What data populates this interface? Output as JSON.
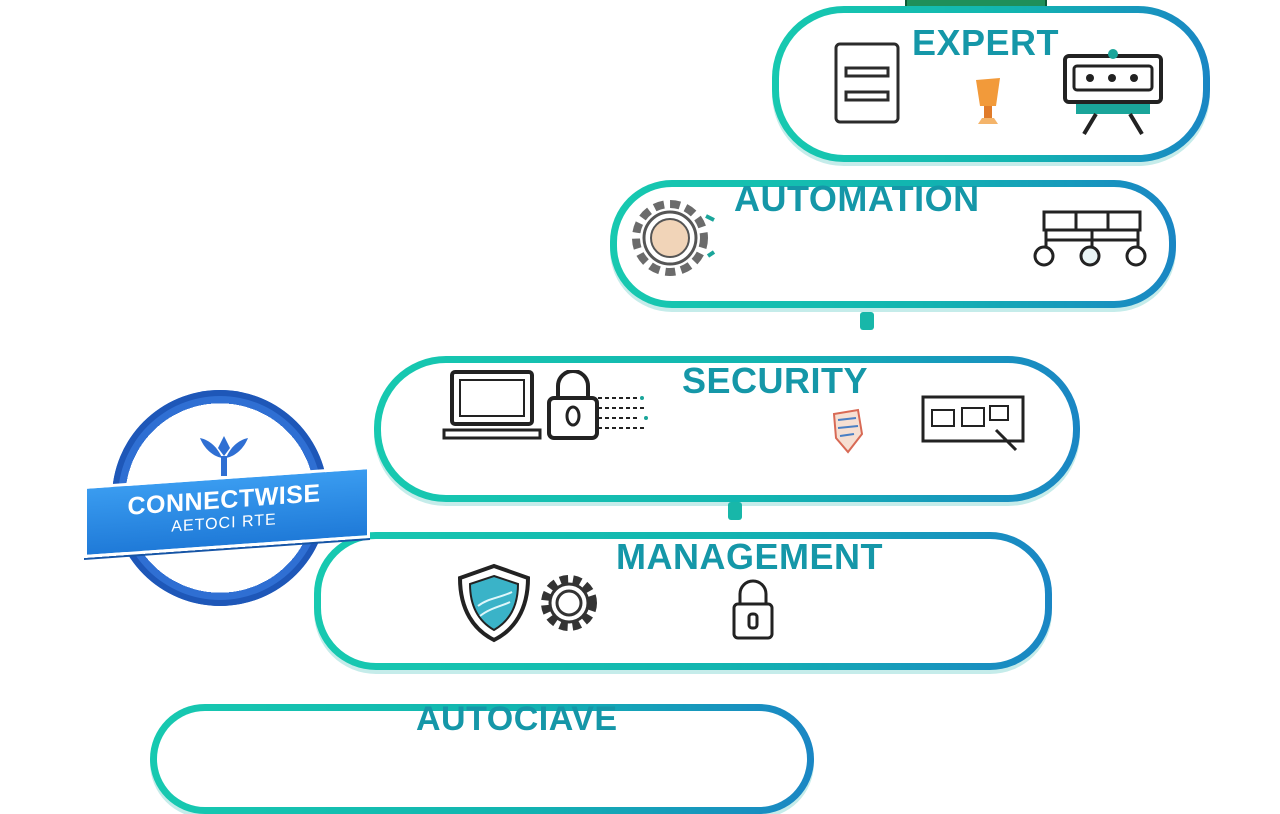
{
  "tiers": {
    "expert": {
      "title": "EXPERT"
    },
    "automation": {
      "title": "AUTOMATION"
    },
    "security": {
      "title": "SECURITY"
    },
    "management": {
      "title": "MANAGEMENT"
    },
    "base": {
      "title": "AUTOCIAVE"
    }
  },
  "badge": {
    "title": "CONNECTWISE",
    "subtitle": "AETOCI RTE"
  },
  "colors": {
    "teal": "#17c9b0",
    "blue": "#1a86c4",
    "title": "#1597a8",
    "badge_blue": "#2f6fd3"
  },
  "icons": {
    "expert": [
      "document-icon",
      "trophy-icon",
      "monitor-dashboard-icon"
    ],
    "automation": [
      "gear-icon",
      "workflow-icon"
    ],
    "security": [
      "computer-icon",
      "padlock-icon",
      "network-icon",
      "firewall-icon"
    ],
    "management": [
      "shield-icon",
      "gear-icon",
      "padlock-icon"
    ]
  }
}
